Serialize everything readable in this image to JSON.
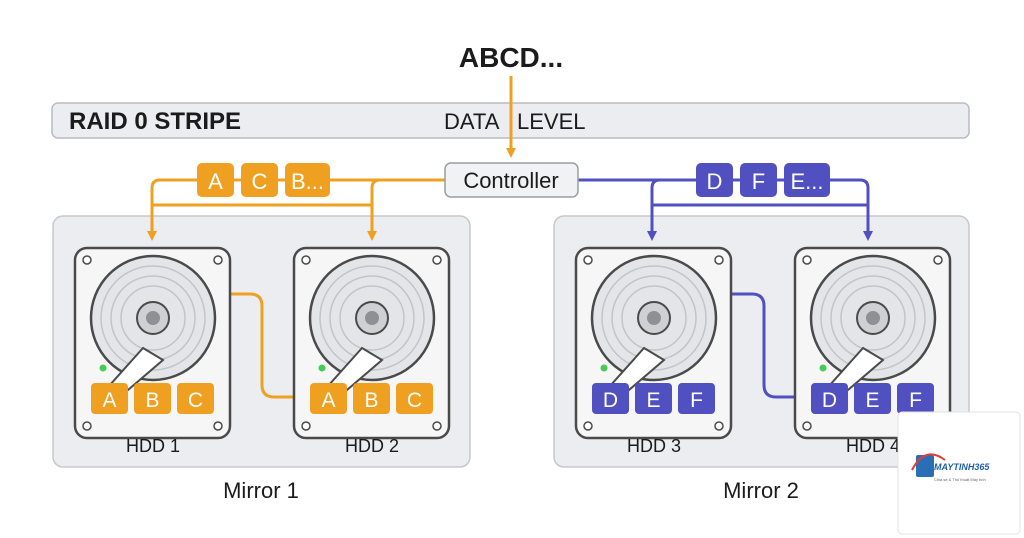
{
  "input_label": "ABCD...",
  "banner": {
    "title": "RAID 0 STRIPE",
    "data_word": "DATA",
    "level_word": "LEVEL"
  },
  "controller": {
    "label": "Controller"
  },
  "stripes": {
    "left": {
      "blocks": [
        "A",
        "C",
        "B..."
      ],
      "color": "#f0a020"
    },
    "right": {
      "blocks": [
        "D",
        "F",
        "E..."
      ],
      "color": "#5050c0"
    }
  },
  "mirrors": [
    {
      "label": "Mirror 1",
      "color": "#f0a020",
      "disks": [
        {
          "label": "HDD 1",
          "blocks": [
            "A",
            "B",
            "C"
          ]
        },
        {
          "label": "HDD 2",
          "blocks": [
            "A",
            "B",
            "C"
          ]
        }
      ]
    },
    {
      "label": "Mirror 2",
      "color": "#5050c0",
      "disks": [
        {
          "label": "HDD 3",
          "blocks": [
            "D",
            "E",
            "F"
          ]
        },
        {
          "label": "HDD 4",
          "blocks": [
            "D",
            "E",
            "F"
          ]
        }
      ]
    }
  ],
  "colors": {
    "orange": "#f0a020",
    "purple": "#5050c0",
    "led": "#44cc55",
    "panel": "#ecedf0",
    "disk_line": "#4a4a4a"
  },
  "watermark": {
    "brand": "MAYTINH365",
    "tagline": "Chia sẻ & Thủ thuật Máy tính"
  }
}
